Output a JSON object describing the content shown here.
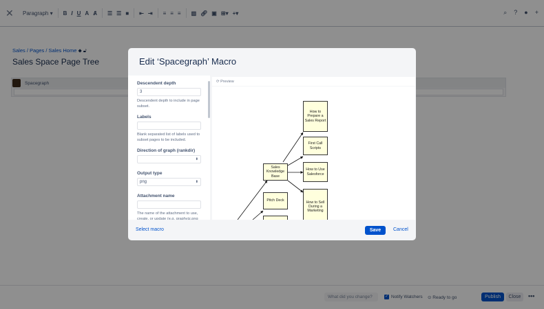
{
  "toolbar": {
    "style": "Paragraph",
    "buttons": [
      "B",
      "I",
      "U",
      "A",
      "Ⱥ"
    ],
    "right": [
      "?"
    ]
  },
  "page": {
    "breadcrumb": "Sales / Pages / Sales Home",
    "title": "Sales Space Page Tree",
    "macro_label": "Spacegraph"
  },
  "bottom": {
    "change_placeholder": "What did you change?",
    "notify": "Notify Watchers",
    "ready": "Ready to go",
    "publish": "Publish",
    "close": "Close",
    "more": "•••"
  },
  "modal": {
    "title": "Edit ‘Spacegraph’ Macro",
    "fields": [
      {
        "label": "Descendent depth",
        "value": "3",
        "help": "Descendent depth to include in page subset."
      },
      {
        "label": "Labels",
        "value": "",
        "help": "Blank separated list of labels used to subset pages to be included."
      },
      {
        "label": "Direction of graph (rankdir)",
        "value": ""
      },
      {
        "label": "Output type",
        "value": "png"
      },
      {
        "label": "Attachment name",
        "value": "",
        "help": "The name of the attachment to use, create, or update (e.g. graphviz.png"
      }
    ],
    "preview_label": "Preview",
    "graph": {
      "nodes": [
        "How to Prepare a Sales Report",
        "First Call Scripts",
        "How to Use Salesforce",
        "How to Sell During a Marketing",
        "Sales Knowledge Base",
        "Pitch Deck",
        ""
      ]
    },
    "select_macro": "Select macro",
    "save": "Save",
    "cancel": "Cancel"
  }
}
